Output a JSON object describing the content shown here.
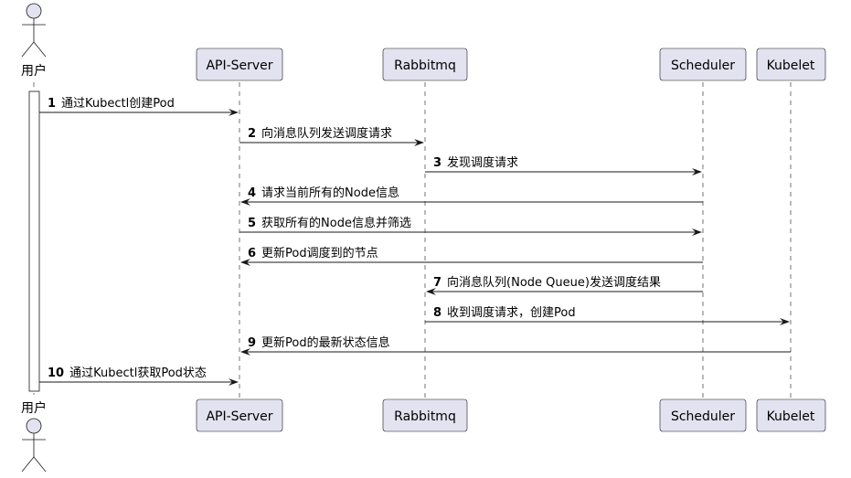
{
  "actor": {
    "label": "用户"
  },
  "participants": [
    {
      "id": "api",
      "label": "API-Server"
    },
    {
      "id": "rabbit",
      "label": "Rabbitmq"
    },
    {
      "id": "sched",
      "label": "Scheduler"
    },
    {
      "id": "kubelet",
      "label": "Kubelet"
    }
  ],
  "messages": [
    {
      "num": "1",
      "text": "通过Kubectl创建Pod",
      "from": "user",
      "to": "api"
    },
    {
      "num": "2",
      "text": "向消息队列发送调度请求",
      "from": "api",
      "to": "rabbit"
    },
    {
      "num": "3",
      "text": "发现调度请求",
      "from": "rabbit",
      "to": "sched"
    },
    {
      "num": "4",
      "text": "请求当前所有的Node信息",
      "from": "sched",
      "to": "api"
    },
    {
      "num": "5",
      "text": "获取所有的Node信息并筛选",
      "from": "api",
      "to": "sched"
    },
    {
      "num": "6",
      "text": "更新Pod调度到的节点",
      "from": "sched",
      "to": "api"
    },
    {
      "num": "7",
      "text": "向消息队列(Node Queue)发送调度结果",
      "from": "sched",
      "to": "rabbit"
    },
    {
      "num": "8",
      "text": "收到调度请求，创建Pod",
      "from": "rabbit",
      "to": "kubelet"
    },
    {
      "num": "9",
      "text": "更新Pod的最新状态信息",
      "from": "kubelet",
      "to": "api"
    },
    {
      "num": "10",
      "text": "通过Kubectl获取Pod状态",
      "from": "user",
      "to": "api"
    }
  ]
}
